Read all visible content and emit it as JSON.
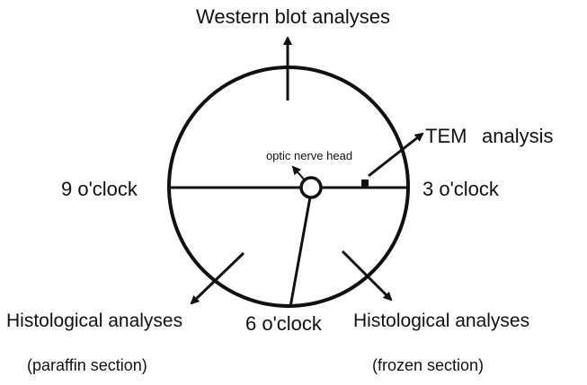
{
  "diagram": {
    "labels": {
      "western_blot": "Western blot analyses",
      "tem_word": "TEM",
      "tem_analysis": "analysis",
      "optic_nerve_head": "optic nerve head",
      "nine_oclock": "9 o'clock",
      "three_oclock": "3 o'clock",
      "six_oclock": "6 o'clock",
      "histo_left": "Histological analyses",
      "histo_left_sub": "(paraffin section)",
      "histo_right": "Histological analyses",
      "histo_right_sub": "(frozen section)"
    },
    "colors": {
      "stroke": "#111111",
      "background": "#ffffff"
    }
  }
}
